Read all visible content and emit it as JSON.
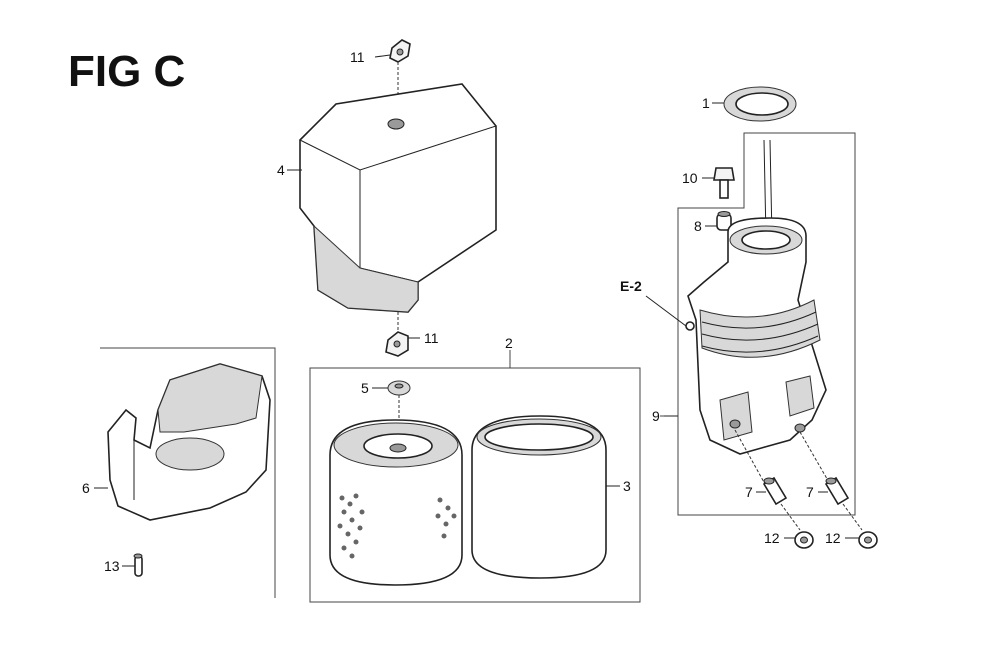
{
  "figure": {
    "title": "FIG C"
  },
  "callouts": [
    {
      "id": "1",
      "text": "1"
    },
    {
      "id": "2",
      "text": "2"
    },
    {
      "id": "3",
      "text": "3"
    },
    {
      "id": "4",
      "text": "4"
    },
    {
      "id": "5",
      "text": "5"
    },
    {
      "id": "6",
      "text": "6"
    },
    {
      "id": "7a",
      "text": "7"
    },
    {
      "id": "7b",
      "text": "7"
    },
    {
      "id": "8",
      "text": "8"
    },
    {
      "id": "9",
      "text": "9"
    },
    {
      "id": "10",
      "text": "10"
    },
    {
      "id": "11a",
      "text": "11"
    },
    {
      "id": "11b",
      "text": "11"
    },
    {
      "id": "12a",
      "text": "12"
    },
    {
      "id": "12b",
      "text": "12"
    },
    {
      "id": "13",
      "text": "13"
    }
  ],
  "reference": {
    "text": "E-2"
  }
}
